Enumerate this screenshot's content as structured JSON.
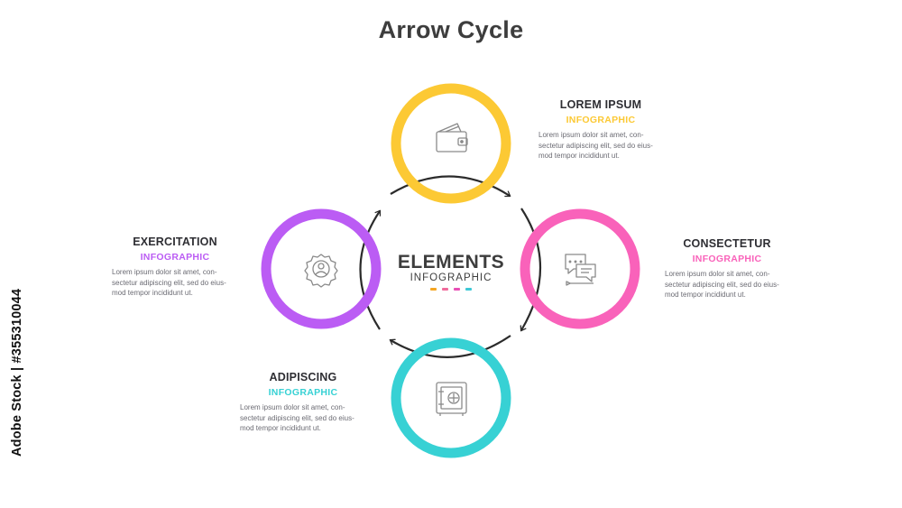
{
  "title": "Arrow Cycle",
  "center": {
    "main": "ELEMENTS",
    "sub": "INFOGRAPHIC"
  },
  "dot_colors": [
    "#f5a623",
    "#f06b9c",
    "#e84fb5",
    "#3ec8d6"
  ],
  "nodes": [
    {
      "name": "top",
      "color": "#fcc934",
      "icon": "wallet-icon",
      "heading": "LOREM IPSUM",
      "sub": "INFOGRAPHIC",
      "body": "Lorem ipsum dolor sit amet, con- sectetur adipiscing elit, sed do eius- mod tempor incididunt ut."
    },
    {
      "name": "right",
      "color": "#f962ba",
      "icon": "chat-bubbles-icon",
      "heading": "CONSECTETUR",
      "sub": "INFOGRAPHIC",
      "body": "Lorem ipsum dolor sit amet, con- sectetur adipiscing elit, sed do eius- mod tempor incididunt ut."
    },
    {
      "name": "bottom",
      "color": "#37d1d4",
      "icon": "safe-icon",
      "heading": "ADIPISCING",
      "sub": "INFOGRAPHIC",
      "body": "Lorem ipsum dolor sit amet, con- sectetur adipiscing elit, sed do eius- mod tempor incididunt ut."
    },
    {
      "name": "left",
      "color": "#bb5cf4",
      "icon": "badge-user-icon",
      "heading": "EXERCITATION",
      "sub": "INFOGRAPHIC",
      "body": "Lorem ipsum dolor sit amet, con- sectetur adipiscing elit, sed do eius- mod tempor incididunt ut."
    }
  ],
  "credit": "Adobe Stock | #355310044"
}
